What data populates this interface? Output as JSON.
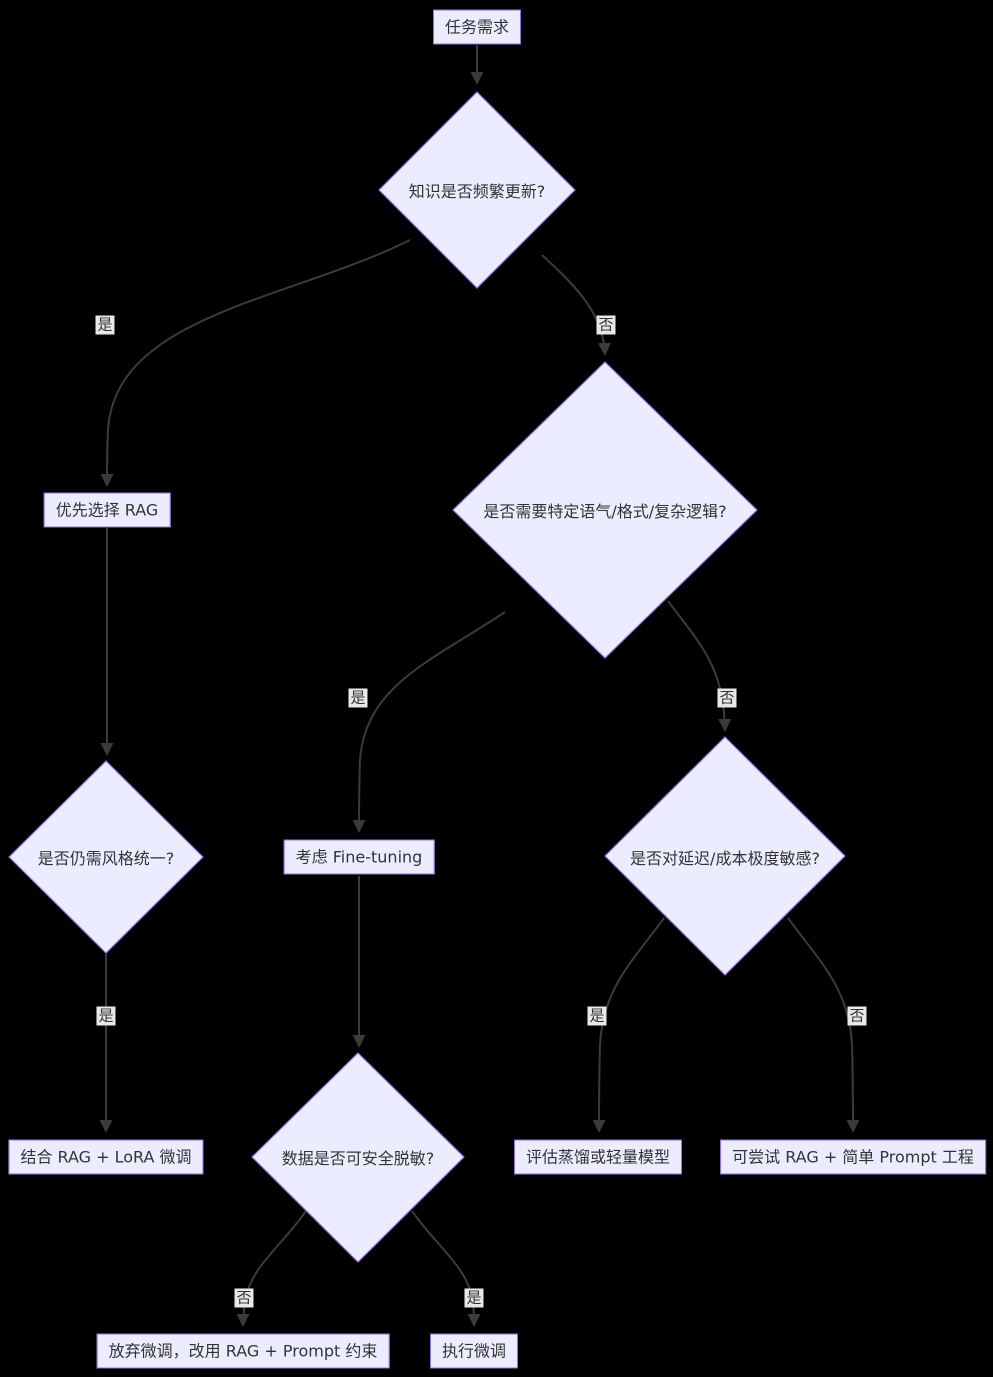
{
  "diagram": {
    "type": "flowchart",
    "background_color": "#000000",
    "node_fill_color": "#ECECFF",
    "node_border_color": "#9370DB",
    "edge_color": "#3b3b3b",
    "edge_label_bg_color": "#e8e8e8",
    "text_color": "#333333",
    "nodes": {
      "task": {
        "label": "任务需求",
        "type": "rect"
      },
      "d_update": {
        "label": "知识是否频繁更新?",
        "type": "diamond"
      },
      "rag": {
        "label": "优先选择 RAG",
        "type": "rect"
      },
      "d_tone": {
        "label": "是否需要特定语气/格式/复杂逻辑?",
        "type": "diamond"
      },
      "d_style": {
        "label": "是否仍需风格统一?",
        "type": "diamond"
      },
      "ft": {
        "label": "考虑 Fine-tuning",
        "type": "rect"
      },
      "d_latency": {
        "label": "是否对延迟/成本极度敏感?",
        "type": "diamond"
      },
      "lora": {
        "label": "结合 RAG + LoRA 微调",
        "type": "rect"
      },
      "d_data": {
        "label": "数据是否可安全脱敏?",
        "type": "diamond"
      },
      "distill": {
        "label": "评估蒸馏或轻量模型",
        "type": "rect"
      },
      "prompt": {
        "label": "可尝试 RAG + 简单 Prompt 工程",
        "type": "rect"
      },
      "abandon": {
        "label": "放弃微调，改用 RAG + Prompt 约束",
        "type": "rect"
      },
      "do_finetune": {
        "label": "执行微调",
        "type": "rect"
      }
    },
    "edge_labels": {
      "update_yes": "是",
      "update_no": "否",
      "tone_yes": "是",
      "tone_no": "否",
      "style_yes": "是",
      "latency_yes": "是",
      "latency_no": "否",
      "data_no": "否",
      "data_yes": "是"
    }
  }
}
